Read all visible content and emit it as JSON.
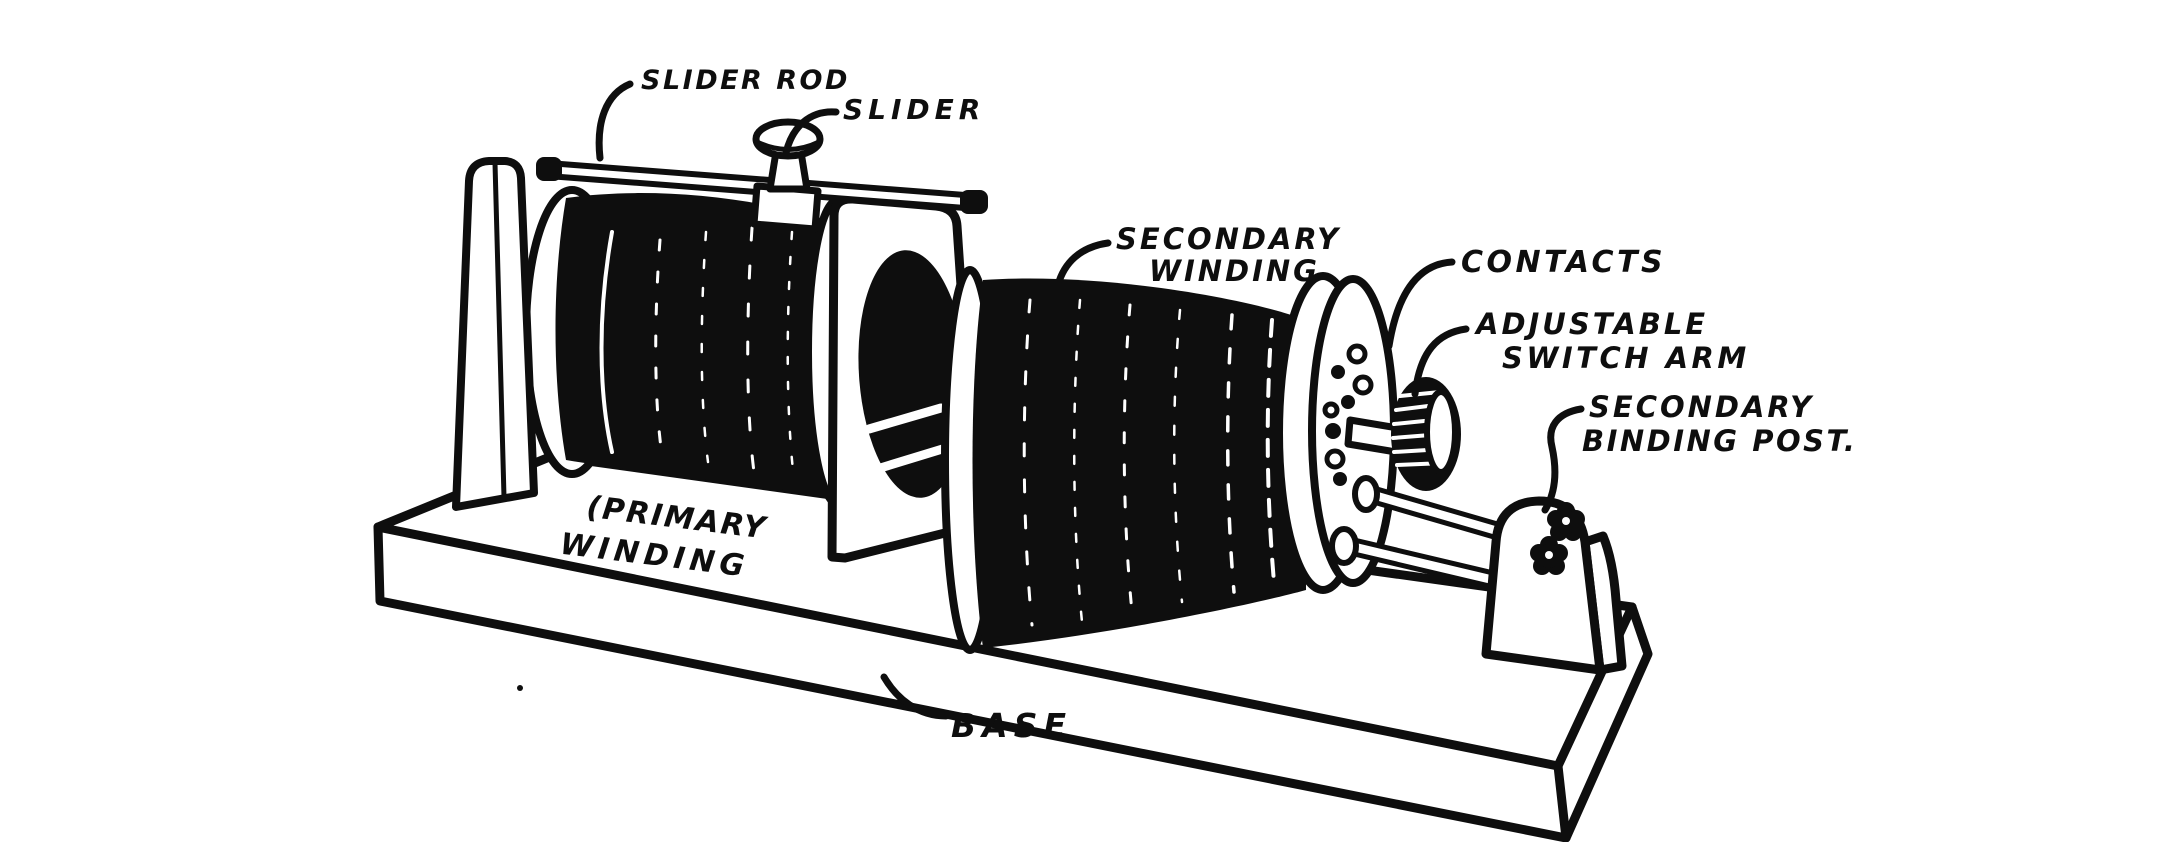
{
  "figure": {
    "ink_color": "#0e0e0e",
    "paper_color": "#ffffff"
  },
  "labels": {
    "slider_rod": "SLIDER ROD",
    "slider": "SLIDER",
    "secondary_winding_line1": "SECONDARY",
    "secondary_winding_line2": "WINDING",
    "contacts": "CONTACTS",
    "adjustable_switch_arm_line1": "ADJUSTABLE",
    "adjustable_switch_arm_line2": "SWITCH ARM",
    "secondary_binding_post_line1": "SECONDARY",
    "secondary_binding_post_line2": "BINDING POST.",
    "primary_winding_line1": "(PRIMARY",
    "primary_winding_line2": "WINDING",
    "base": "BASE"
  }
}
